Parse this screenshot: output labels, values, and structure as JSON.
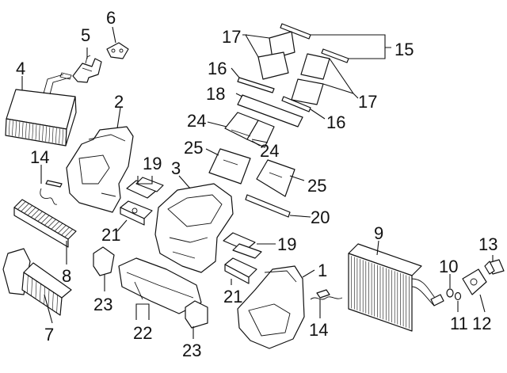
{
  "diagram": {
    "callouts": [
      {
        "id": "1",
        "text": "1",
        "part": "heater-case-lower"
      },
      {
        "id": "2",
        "text": "2",
        "part": "heater-case-left"
      },
      {
        "id": "3",
        "text": "3",
        "part": "heater-case-center"
      },
      {
        "id": "4",
        "text": "4",
        "part": "heater-core"
      },
      {
        "id": "5",
        "text": "5",
        "part": "bracket"
      },
      {
        "id": "6",
        "text": "6",
        "part": "small-bracket"
      },
      {
        "id": "7",
        "text": "7",
        "part": "filter-frame"
      },
      {
        "id": "8",
        "text": "8",
        "part": "cabin-filter"
      },
      {
        "id": "9",
        "text": "9",
        "part": "evaporator"
      },
      {
        "id": "10",
        "text": "10",
        "part": "o-ring"
      },
      {
        "id": "11",
        "text": "11",
        "part": "o-ring-small"
      },
      {
        "id": "12",
        "text": "12",
        "part": "expansion-plate"
      },
      {
        "id": "13",
        "text": "13",
        "part": "expansion-valve"
      },
      {
        "id": "14a",
        "text": "14",
        "part": "sensor-upper"
      },
      {
        "id": "14b",
        "text": "14",
        "part": "sensor-lower"
      },
      {
        "id": "15",
        "text": "15",
        "part": "shaft"
      },
      {
        "id": "16a",
        "text": "16",
        "part": "shaft-upper"
      },
      {
        "id": "16b",
        "text": "16",
        "part": "shaft-lower"
      },
      {
        "id": "17a",
        "text": "17",
        "part": "seal-upper"
      },
      {
        "id": "17b",
        "text": "17",
        "part": "seal-lower"
      },
      {
        "id": "18",
        "text": "18",
        "part": "link"
      },
      {
        "id": "19a",
        "text": "19",
        "part": "actuator-upper"
      },
      {
        "id": "19b",
        "text": "19",
        "part": "actuator-lower"
      },
      {
        "id": "20",
        "text": "20",
        "part": "rod"
      },
      {
        "id": "21a",
        "text": "21",
        "part": "motor-upper"
      },
      {
        "id": "21b",
        "text": "21",
        "part": "motor-lower"
      },
      {
        "id": "22",
        "text": "22",
        "part": "duct"
      },
      {
        "id": "23a",
        "text": "23",
        "part": "bracket-left"
      },
      {
        "id": "23b",
        "text": "23",
        "part": "bracket-lower"
      },
      {
        "id": "24a",
        "text": "24",
        "part": "door-left"
      },
      {
        "id": "24b",
        "text": "24",
        "part": "door-right"
      },
      {
        "id": "25a",
        "text": "25",
        "part": "damper-left"
      },
      {
        "id": "25b",
        "text": "25",
        "part": "damper-right"
      }
    ]
  }
}
